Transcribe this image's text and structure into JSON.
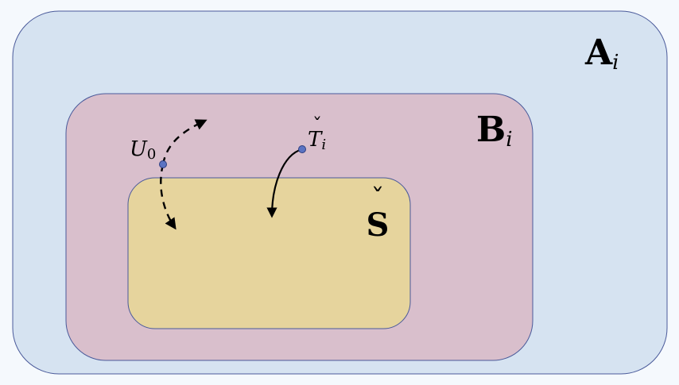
{
  "diagram": {
    "sets": {
      "A": {
        "letter": "A",
        "subscript": "i",
        "fill": "#d6e3f1",
        "stroke": "#4a5a9a"
      },
      "B": {
        "letter": "B",
        "subscript": "i",
        "fill": "#d9bfcc",
        "stroke": "#4a5a9a"
      },
      "S": {
        "letter": "S",
        "accent": "ˇ",
        "fill": "#e6d49d",
        "stroke": "#4a5a9a"
      }
    },
    "points": {
      "U": {
        "letter": "U",
        "subscript": "0",
        "color": "#5b73c2"
      },
      "T": {
        "letter": "T",
        "accent": "ˇ",
        "subscript": "i",
        "color": "#5b73c2"
      }
    }
  }
}
